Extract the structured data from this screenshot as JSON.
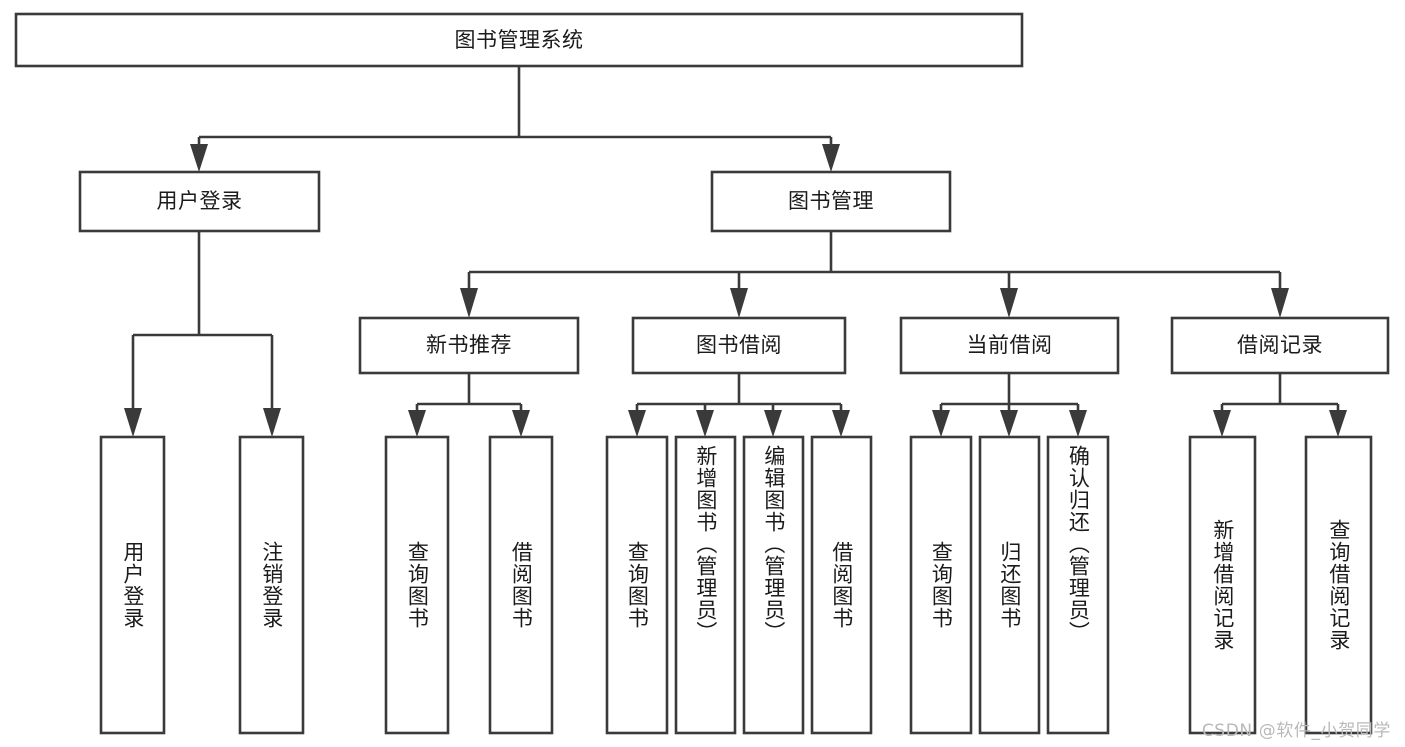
{
  "diagram": {
    "type": "tree-hierarchy",
    "title": "图书管理系统",
    "watermark": "CSDN @软件_小贺同学",
    "levels": {
      "root": {
        "label": "图书管理系统"
      },
      "level2": [
        {
          "id": "user-login",
          "label": "用户登录"
        },
        {
          "id": "book-management",
          "label": "图书管理"
        }
      ],
      "level3": [
        {
          "id": "new-book-recommend",
          "label": "新书推荐",
          "parent": "book-management"
        },
        {
          "id": "book-borrow",
          "label": "图书借阅",
          "parent": "book-management"
        },
        {
          "id": "current-borrow",
          "label": "当前借阅",
          "parent": "book-management"
        },
        {
          "id": "borrow-record",
          "label": "借阅记录",
          "parent": "book-management"
        }
      ],
      "leaves": [
        {
          "id": "leaf-user-login",
          "label": "用户登录",
          "parent": "user-login"
        },
        {
          "id": "leaf-logout-login",
          "label": "注销登录",
          "parent": "user-login"
        },
        {
          "id": "leaf-query-book-1",
          "label": "查询图书",
          "parent": "new-book-recommend"
        },
        {
          "id": "leaf-borrow-book-1",
          "label": "借阅图书",
          "parent": "new-book-recommend"
        },
        {
          "id": "leaf-query-book-2",
          "label": "查询图书",
          "parent": "book-borrow"
        },
        {
          "id": "leaf-add-book",
          "label": "新增图书（管理员）",
          "parent": "book-borrow"
        },
        {
          "id": "leaf-edit-book",
          "label": "编辑图书（管理员）",
          "parent": "book-borrow"
        },
        {
          "id": "leaf-borrow-book-2",
          "label": "借阅图书",
          "parent": "book-borrow"
        },
        {
          "id": "leaf-query-book-3",
          "label": "查询图书",
          "parent": "current-borrow"
        },
        {
          "id": "leaf-return-book",
          "label": "归还图书",
          "parent": "current-borrow"
        },
        {
          "id": "leaf-confirm-return",
          "label": "确认归还（管理员）",
          "parent": "current-borrow"
        },
        {
          "id": "leaf-add-record",
          "label": "新增借阅记录",
          "parent": "borrow-record"
        },
        {
          "id": "leaf-query-record",
          "label": "查询借阅记录",
          "parent": "borrow-record"
        }
      ]
    },
    "colors": {
      "box_stroke": "#3a3a3a",
      "box_fill": "#ffffff",
      "text": "#1b1b1b",
      "watermark": "#b9b9b9",
      "background": "#ffffff"
    }
  }
}
